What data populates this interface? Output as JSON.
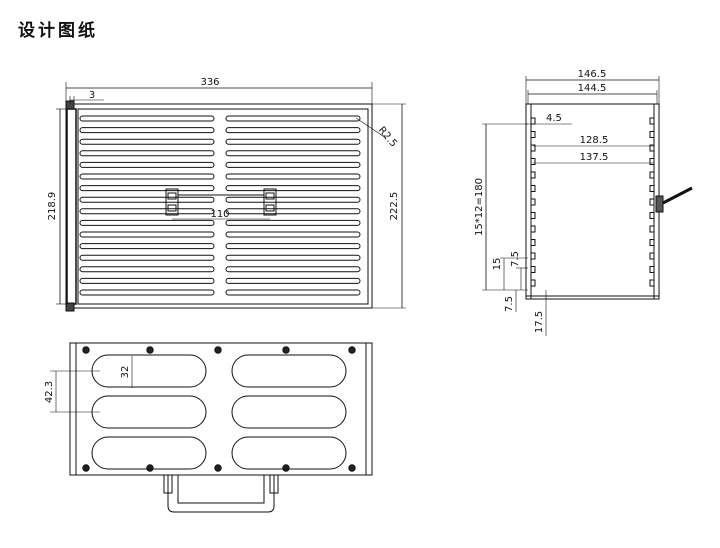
{
  "title": "设计图纸",
  "front_view": {
    "width": "336",
    "offset": "3",
    "radius": "R2.5",
    "handle_span": "110",
    "height_inner": "218.9",
    "height_outer": "222.5"
  },
  "side_view": {
    "depth_outer": "146.5",
    "depth_inner": "144.5",
    "lip": "4.5",
    "rail_inner": "128.5",
    "rail_outer": "137.5",
    "pitch_total": "15*12=180",
    "pitch": "15",
    "slot": "7.5",
    "bottom_gap": "7.5",
    "base_offset": "17.5"
  },
  "top_view": {
    "slot_height": "32",
    "slot_pitch": "42.3"
  },
  "colors": {
    "line": "#111111",
    "background": "#ffffff"
  }
}
